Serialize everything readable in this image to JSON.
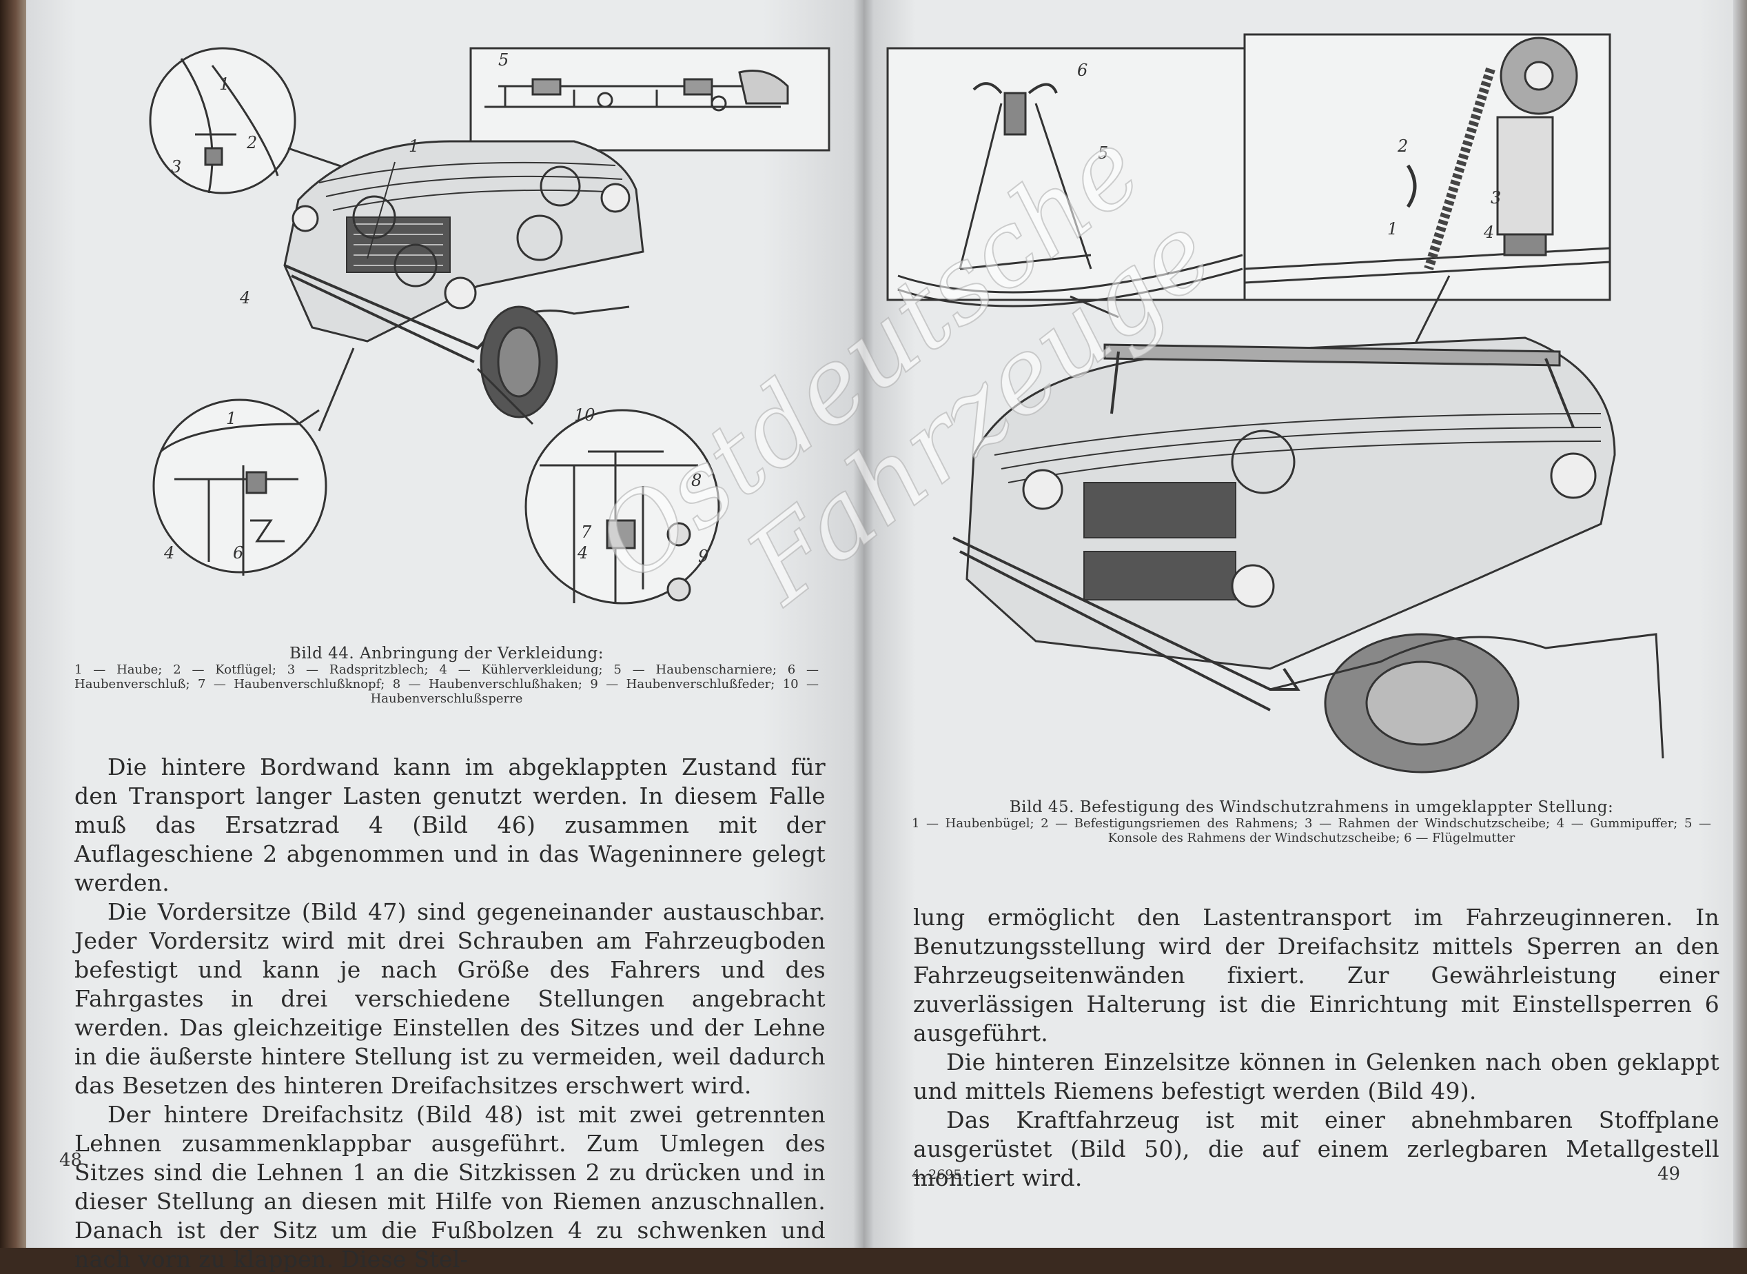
{
  "left_page": {
    "figure": {
      "callouts": [
        "1",
        "2",
        "3",
        "4",
        "5",
        "1",
        "1",
        "4",
        "6",
        "10",
        "7",
        "4",
        "8",
        "9"
      ]
    },
    "caption": {
      "title": "Bild 44. Anbringung der Verkleidung:",
      "legend": "1 — Haube; 2 — Kotflügel; 3 — Radspritzblech; 4 — Kühlerverkleidung; 5 — Haubenscharniere; 6 — Haubenverschluß; 7 — Haubenverschlußknopf; 8 — Haubenverschlußhaken; 9 — Haubenverschlußfeder; 10 — Haubenverschlußsperre"
    },
    "paragraphs": [
      "Die hintere Bordwand kann im abgeklappten Zustand für den Transport langer Lasten genutzt werden. In diesem Falle muß das Ersatzrad 4 (Bild 46) zusammen mit der Auflageschiene 2 abgenommen und in das Wageninnere gelegt werden.",
      "Die Vordersitze (Bild 47) sind gegeneinander austauschbar. Jeder Vordersitz wird mit drei Schrauben am Fahrzeugboden befestigt und kann je nach Größe des Fahrers und des Fahrgastes in drei verschiedene Stellungen angebracht werden. Das gleichzeitige Einstellen des Sitzes und der Lehne in die äußerste hintere Stellung ist zu vermeiden, weil dadurch das Besetzen des hinteren Dreifachsitzes erschwert wird.",
      "Der hintere Dreifachsitz (Bild 48) ist mit zwei getrennten Lehnen zusammenklappbar ausgeführt. Zum Umlegen des Sitzes sind die Lehnen 1 an die Sitzkissen 2 zu drücken und in dieser Stellung an diesen mit Hilfe von Riemen anzuschnallen. Danach ist der Sitz um die Fußbolzen 4 zu schwenken und nach vorn zu klappen. Diese Stel-"
    ],
    "page_number": "48"
  },
  "right_page": {
    "figure": {
      "callouts": [
        "6",
        "5",
        "2",
        "1",
        "3",
        "4"
      ]
    },
    "caption": {
      "title": "Bild 45. Befestigung des Windschutzrahmens in umgeklappter Stellung:",
      "legend": "1 — Haubenbügel; 2 — Befestigungsriemen des Rahmens; 3 — Rahmen der Windschutzscheibe; 4 — Gummipuffer; 5 — Konsole des Rahmens der Windschutzscheibe; 6 — Flügelmutter"
    },
    "paragraphs": [
      "lung ermöglicht den Lastentransport im Fahrzeuginneren. In Benutzungsstellung wird der Dreifachsitz mittels Sperren an den Fahrzeugseitenwänden fixiert. Zur Gewährleistung einer zuverlässigen Halterung ist die Einrichtung mit Einstellsperren 6 ausgeführt.",
      "Die hinteren Einzelsitze können in Gelenken nach oben geklappt und mittels Riemens befestigt werden (Bild 49).",
      "Das Kraftfahrzeug ist mit einer abnehmbaren Stoffplane ausgerüstet (Bild 50), die auf einem zerlegbaren Metallgestell montiert wird."
    ],
    "signature": "4. 2695.",
    "page_number": "49"
  },
  "watermark": {
    "line1": "Ostdeutsche",
    "line2": "Fahrzeuge"
  }
}
